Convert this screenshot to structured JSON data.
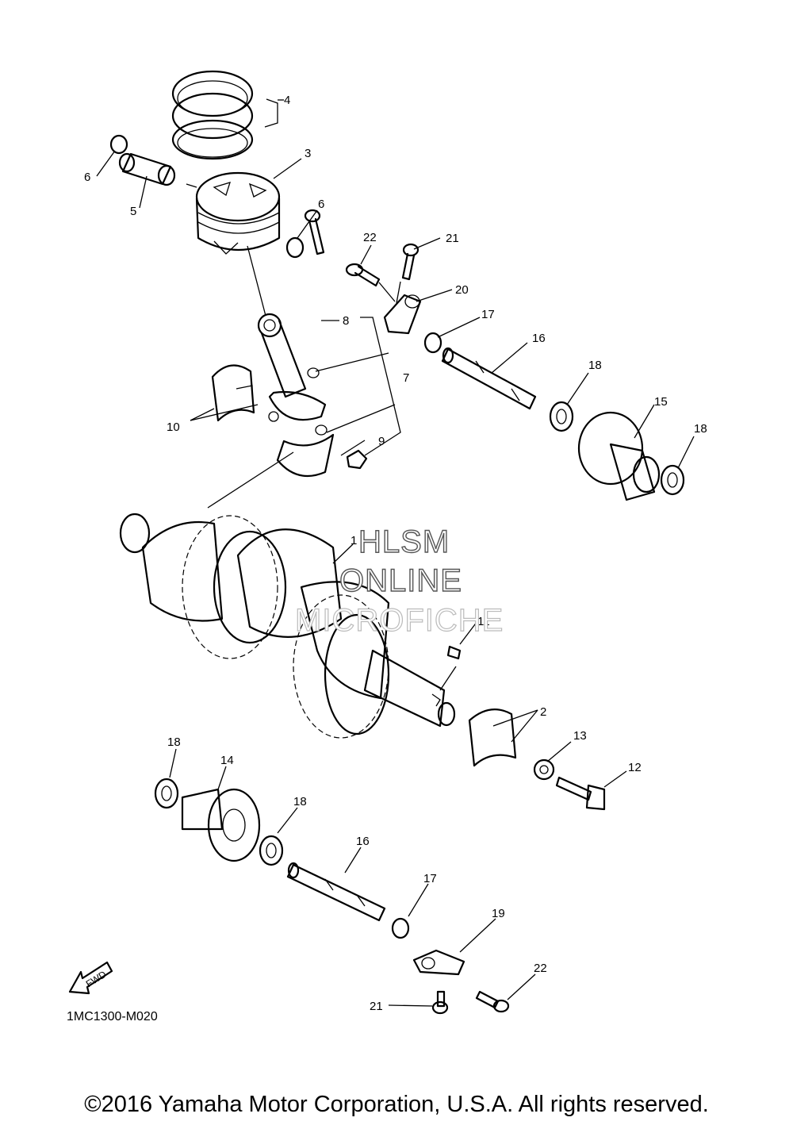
{
  "diagram": {
    "code": "1MC1300-M020",
    "fwd_label": "FWD",
    "callouts": [
      "4",
      "3",
      "6",
      "5",
      "6",
      "22",
      "21",
      "20",
      "8",
      "17",
      "16",
      "7",
      "18",
      "15",
      "10",
      "9",
      "18",
      "1",
      "11",
      "2",
      "13",
      "12",
      "18",
      "14",
      "18",
      "16",
      "17",
      "19",
      "22",
      "21"
    ]
  },
  "watermark": {
    "line1": "HLSM",
    "line2": "ONLINE",
    "line3": "MICROFICHE"
  },
  "footer": {
    "copyright": "©2016 Yamaha Motor Corporation, U.S.A. All rights reserved."
  }
}
